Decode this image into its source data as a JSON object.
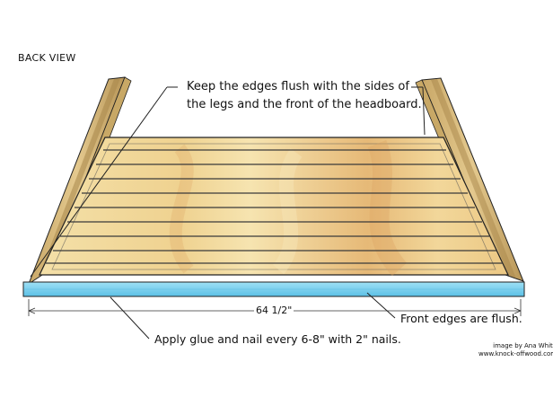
{
  "view_title": "BACK VIEW",
  "callouts": {
    "top_line1": "Keep the edges flush with the sides of",
    "top_line2": "the legs and the front of the headboard.",
    "front": "Front edges are flush.",
    "bottom": "Apply glue and nail every 6-8\" with 2\" nails."
  },
  "dimension": {
    "width_label": "64 1/2\""
  },
  "credit": {
    "line1": "image by Ana White",
    "line2": "www.knock-offwood.com"
  },
  "colors": {
    "wood_light": "#f3dc9e",
    "wood_mid": "#e8c27a",
    "wood_grain": "#e2a96a",
    "leg_wood": "#d8b97a",
    "plank_line": "#3a3a3a",
    "front_edge": "#7fd0ee",
    "outline": "#222222"
  }
}
